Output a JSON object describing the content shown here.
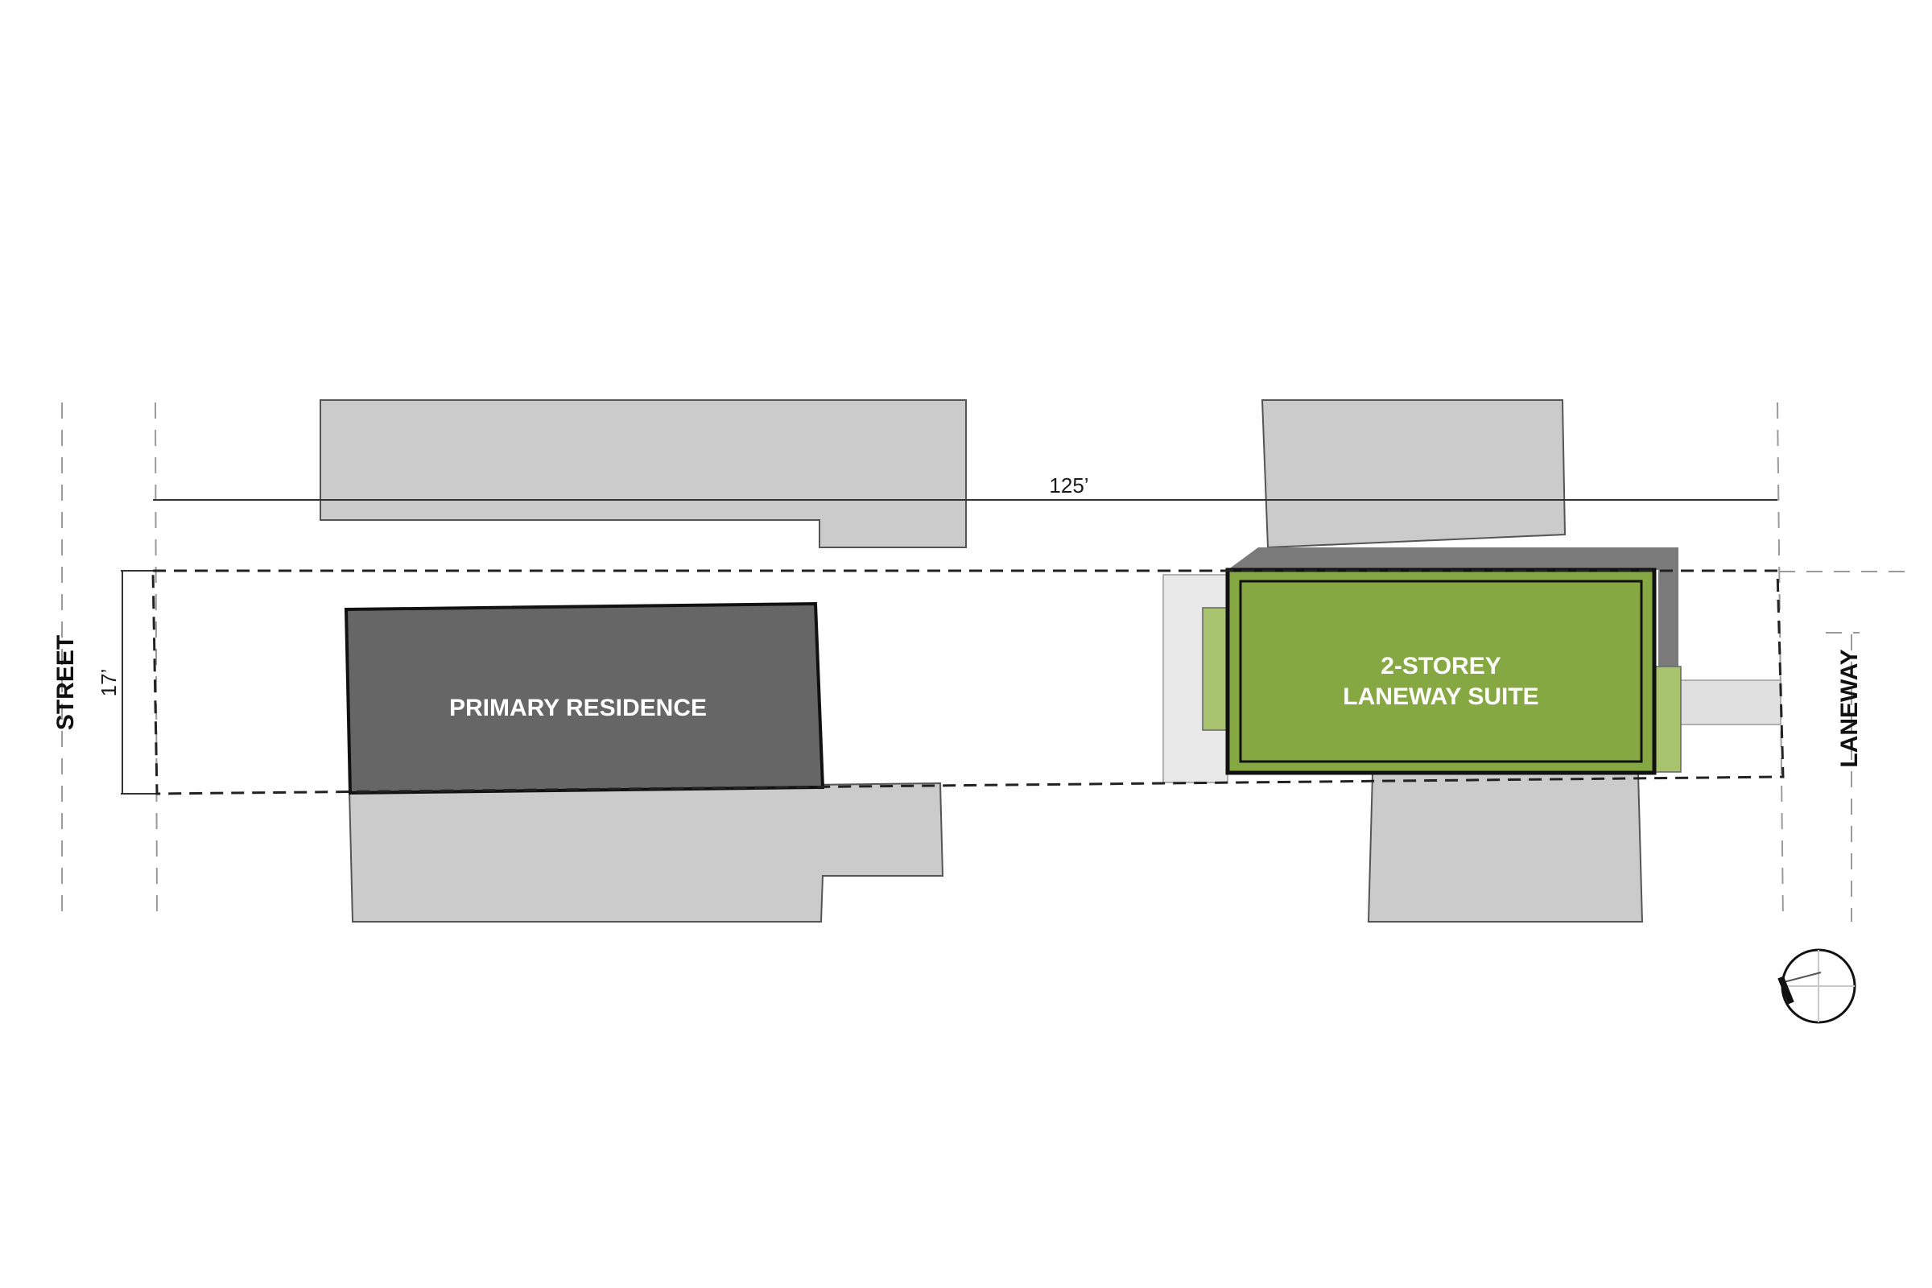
{
  "labels": {
    "street": "STREET",
    "laneway": "LANEWAY",
    "lot_depth": "125’",
    "lot_width": "17’",
    "primary_residence": "PRIMARY RESIDENCE",
    "suite_line1": "2-STOREY",
    "suite_line2": "LANEWAY SUITE"
  },
  "colors": {
    "neighbour_fill": "#cbcbcb",
    "primary_fill": "#666666",
    "suite_fill": "#86a843",
    "suite_shadow": "#7a7a7a",
    "suite_light_green": "#a8c36e",
    "yard_fill": "#e8e8e8",
    "laneway_path": "#e0e0e0"
  }
}
